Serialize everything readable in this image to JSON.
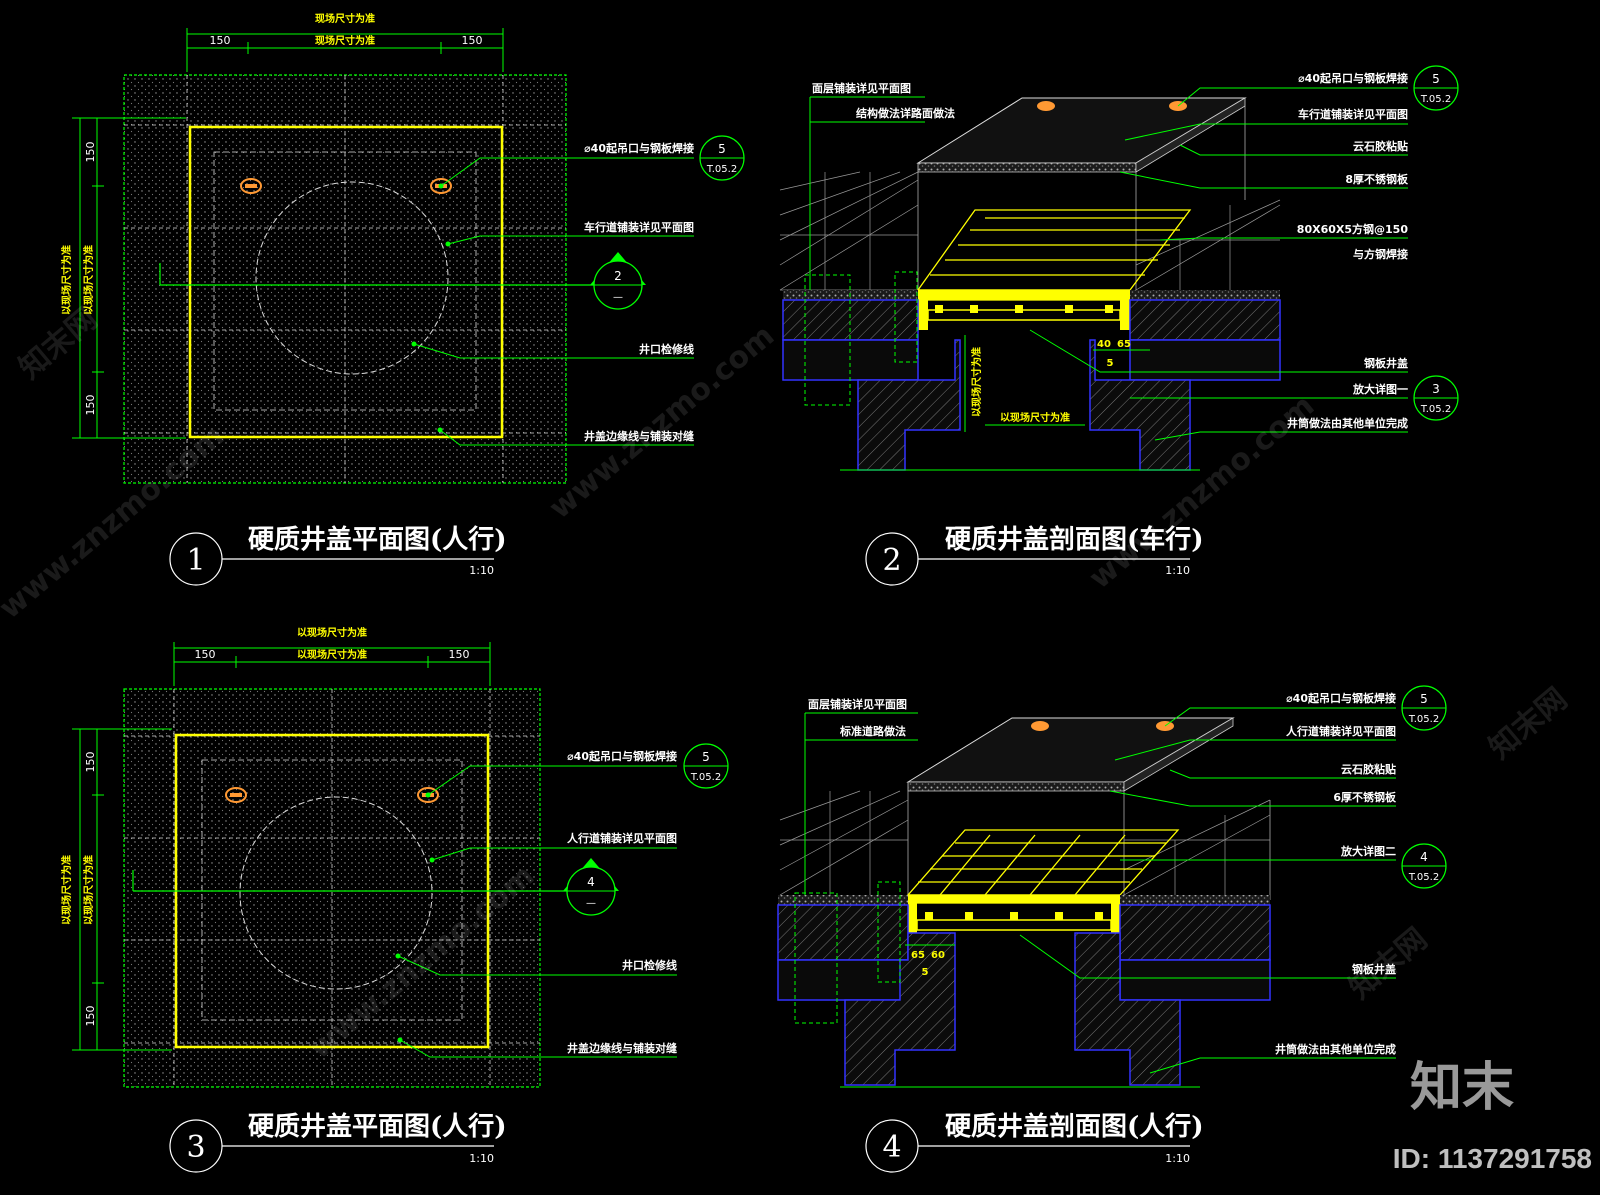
{
  "views": [
    {
      "num": "1",
      "title": "硬质井盖平面图(人行)",
      "scale": "1:10",
      "dim_top_outer": "现场尺寸为准",
      "dim_top_inner": "现场尺寸为准",
      "dim_left": "150",
      "dim_right": "150",
      "dim_v_top": "150",
      "dim_v_bottom": "150",
      "dim_v_outer": "以现场尺寸为准",
      "dim_v_inner": "以现场尺寸为准",
      "notes": [
        "⌀40起吊口与钢板焊接",
        "车行道铺装详见平面图",
        "井口检修线",
        "井盖边缘线与铺装对缝"
      ],
      "section_mark": {
        "num": "2",
        "sheet": "—"
      },
      "detail_tag": {
        "num": "5",
        "sheet": "T.05.2"
      }
    },
    {
      "num": "2",
      "title": "硬质井盖剖面图(车行)",
      "scale": "1:10",
      "notes_left": [
        "面层铺装详见平面图",
        "结构做法详路面做法"
      ],
      "notes_right": [
        "⌀40起吊口与钢板焊接",
        "车行道铺装详见平面图",
        "云石胶粘贴",
        "8厚不锈钢板",
        "80X60X5方钢@150",
        "与方钢焊接",
        "钢板井盖",
        "放大详图一",
        "井筒做法由其他单位完成"
      ],
      "dims": [
        "40",
        "65",
        "5"
      ],
      "dim_vertical": "以现场尺寸为准",
      "dim_bottom": "以现场尺寸为准",
      "detail_tag_top": {
        "num": "5",
        "sheet": "T.05.2"
      },
      "detail_tag_bottom": {
        "num": "3",
        "sheet": "T.05.2"
      }
    },
    {
      "num": "3",
      "title": "硬质井盖平面图(人行)",
      "scale": "1:10",
      "dim_top_outer": "以现场尺寸为准",
      "dim_top_inner": "以现场尺寸为准",
      "dim_left": "150",
      "dim_right": "150",
      "dim_v_top": "150",
      "dim_v_bottom": "150",
      "dim_v_outer": "以现场尺寸为准",
      "dim_v_inner": "以现场尺寸为准",
      "notes": [
        "⌀40起吊口与钢板焊接",
        "人行道铺装详见平面图",
        "井口检修线",
        "井盖边缘线与铺装对缝"
      ],
      "section_mark": {
        "num": "4",
        "sheet": "—"
      },
      "detail_tag": {
        "num": "5",
        "sheet": "T.05.2"
      }
    },
    {
      "num": "4",
      "title": "硬质井盖剖面图(人行)",
      "scale": "1:10",
      "notes_left": [
        "面层铺装详见平面图",
        "标准道路做法"
      ],
      "notes_right": [
        "⌀40起吊口与钢板焊接",
        "人行道铺装详见平面图",
        "云石胶粘贴",
        "6厚不锈钢板",
        "放大详图二",
        "钢板井盖",
        "井筒做法由其他单位完成"
      ],
      "dims": [
        "65",
        "60",
        "5"
      ],
      "detail_tag_top": {
        "num": "5",
        "sheet": "T.05.2"
      },
      "detail_tag_bottom": {
        "num": "4",
        "sheet": "T.05.2"
      }
    }
  ],
  "watermark": {
    "text": "www.znzmo.com",
    "text_cn": "知末网"
  },
  "logo": {
    "text": "知末",
    "id": "ID: 1137291758"
  },
  "colors": {
    "green": "#00ff00",
    "yellow": "#ffff00",
    "white": "#ffffff",
    "blue": "#3333ff",
    "orange": "#ff9933",
    "gray": "#888888"
  }
}
